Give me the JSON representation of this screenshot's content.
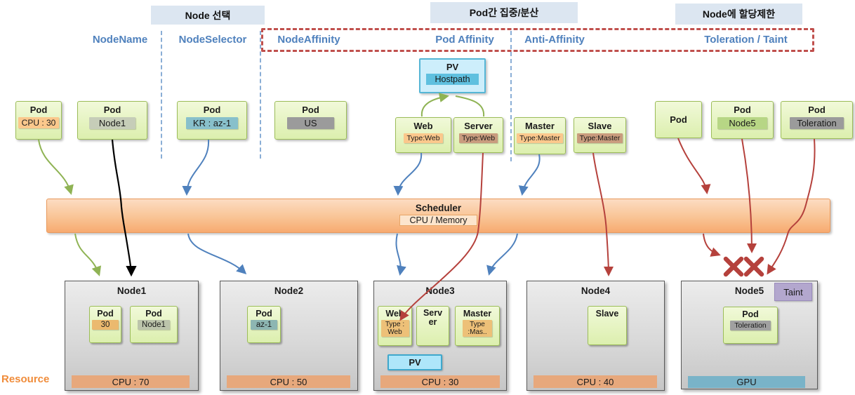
{
  "headers": {
    "node_selection": "Node 선택",
    "pod_spread": "Pod간 집중/분산",
    "node_limit": "Node에 할당제한"
  },
  "categories": {
    "node_name": "NodeName",
    "node_selector": "NodeSelector",
    "node_affinity": "NodeAffinity",
    "pod_affinity": "Pod Affinity",
    "anti_affinity": "Anti-Affinity",
    "toleration_taint": "Toleration / Taint"
  },
  "pv": {
    "title": "PV",
    "chip": "Hostpath"
  },
  "pods": {
    "cpu30": {
      "title": "Pod",
      "chip": "CPU : 30"
    },
    "node1": {
      "title": "Pod",
      "chip": "Node1"
    },
    "kr": {
      "title": "Pod",
      "chip": "KR : az-1"
    },
    "us": {
      "title": "Pod",
      "chip": "US"
    },
    "web": {
      "title": "Web",
      "chip": "Type:Web"
    },
    "server": {
      "title": "Server",
      "chip": "Type:Web"
    },
    "master": {
      "title": "Master",
      "chip": "Type:Master"
    },
    "slave": {
      "title": "Slave",
      "chip": "Type:Master"
    },
    "plain": {
      "title": "Pod"
    },
    "node5": {
      "title": "Pod",
      "chip": "Node5"
    },
    "toleration": {
      "title": "Pod",
      "chip": "Toleration"
    }
  },
  "scheduler": {
    "title": "Scheduler",
    "chip": "CPU / Memory"
  },
  "nodes": [
    {
      "title": "Node1",
      "resource": "CPU : 70",
      "pods": [
        {
          "title": "Pod",
          "chip": "30"
        },
        {
          "title": "Pod",
          "chip": "Node1"
        }
      ]
    },
    {
      "title": "Node2",
      "resource": "CPU : 50",
      "pods": [
        {
          "title": "Pod",
          "chip": "az-1"
        }
      ]
    },
    {
      "title": "Node3",
      "resource": "CPU : 30",
      "pv": "PV",
      "pods": [
        {
          "title": "Web",
          "chip": "Type : Web"
        },
        {
          "title": "Server"
        },
        {
          "title": "Master",
          "chip": "Type :Mas.."
        }
      ]
    },
    {
      "title": "Node4",
      "resource": "CPU : 40",
      "pods": [
        {
          "title": "Slave"
        }
      ]
    },
    {
      "title": "Node5",
      "resource": "GPU",
      "taint": "Taint",
      "pods": [
        {
          "title": "Pod",
          "chip": "Toleration"
        }
      ]
    }
  ],
  "labels": {
    "resource": "Resource",
    "x_marks": [
      "✗",
      "✗"
    ]
  },
  "colors": {
    "category_text": "#4f81bd",
    "header_bg": "#dce6f1",
    "red_dashed": "#c0504d",
    "pod_green_border": "#9cbd59",
    "scheduler_orange": "#f7aa70",
    "arrow_green": "#8fb354",
    "arrow_blue": "#4f81bd",
    "arrow_red": "#b5413c",
    "arrow_black": "#000000",
    "taint_purple": "#b3a7ce",
    "gpu_bar": "#79b3c8",
    "cpu_bar": "#e7a87c",
    "pv_blue": "#cdeefb",
    "resource_label": "#f08c3a"
  }
}
